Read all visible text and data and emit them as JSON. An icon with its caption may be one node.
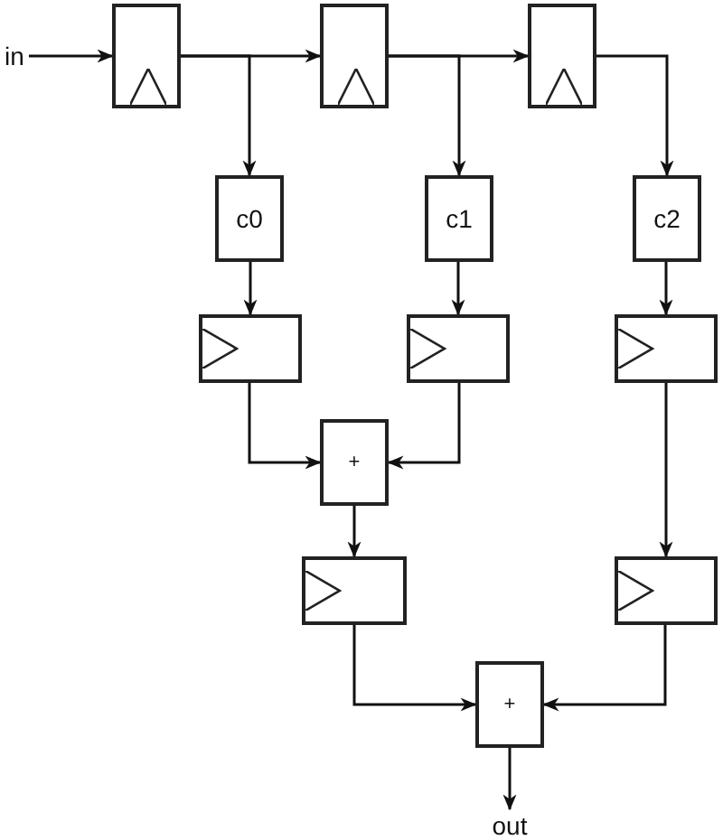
{
  "diagram": {
    "nodes": [
      {
        "text": [
          "in"
        ]
      },
      {
        "text": [],
        "shape": "box"
      },
      {
        "text": [],
        "shape": "box"
      },
      {
        "text": [],
        "shape": "box"
      },
      {
        "text": [
          "c0"
        ]
      },
      {
        "text": [
          "c1"
        ]
      },
      {
        "text": [
          "c2"
        ]
      },
      {
        "text": [],
        "shape": "box"
      },
      {
        "text": [],
        "shape": "box"
      },
      {
        "text": [],
        "shape": "box"
      },
      {
        "text": [
          "+"
        ]
      },
      {
        "text": [],
        "shape": "box"
      },
      {
        "text": [],
        "shape": "box"
      },
      {
        "text": [
          "+"
        ]
      },
      {
        "text": [
          "out"
        ]
      }
    ],
    "edges": [
      {
        "from": 0,
        "to": 1,
        "arrow": "to"
      },
      {
        "from": 1,
        "to": 2,
        "arrow": "to"
      },
      {
        "from": 2,
        "to": 3,
        "arrow": "to"
      },
      {
        "from": 1,
        "to": 4,
        "arrow": "to"
      },
      {
        "from": 2,
        "to": 5,
        "arrow": "to"
      },
      {
        "from": 3,
        "to": 6,
        "arrow": "to"
      },
      {
        "from": 4,
        "to": 7,
        "arrow": "to"
      },
      {
        "from": 5,
        "to": 8,
        "arrow": "to"
      },
      {
        "from": 6,
        "to": 9,
        "arrow": "to"
      },
      {
        "from": 7,
        "to": 10,
        "arrow": "to"
      },
      {
        "from": 8,
        "to": 10,
        "arrow": "to"
      },
      {
        "from": 10,
        "to": 11,
        "arrow": "to"
      },
      {
        "from": 9,
        "to": 12,
        "arrow": "to"
      },
      {
        "from": 11,
        "to": 13,
        "arrow": "to"
      },
      {
        "from": 12,
        "to": 13,
        "arrow": "to"
      },
      {
        "from": 13,
        "to": 14,
        "arrow": "to"
      }
    ]
  }
}
